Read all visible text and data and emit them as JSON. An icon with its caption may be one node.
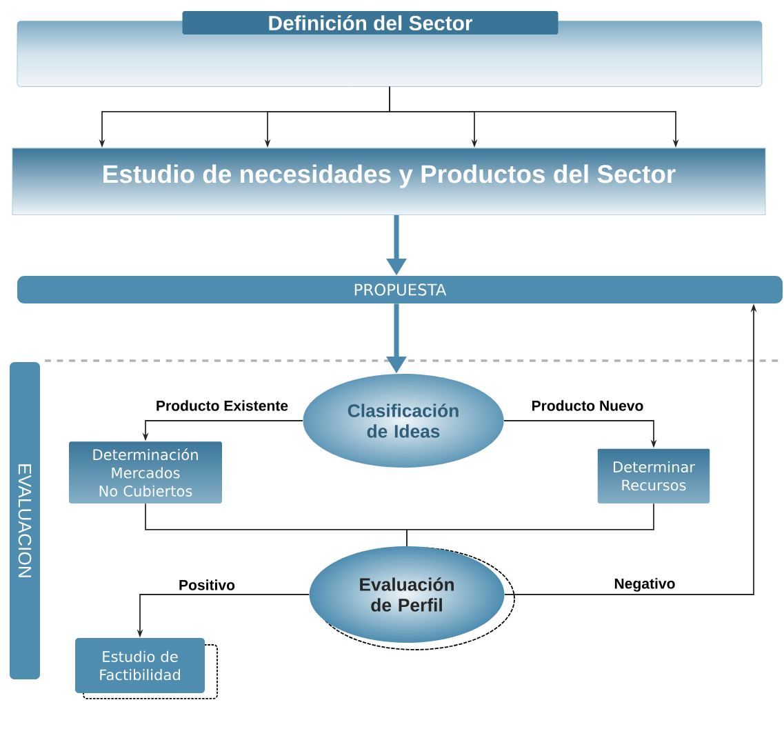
{
  "diagram": {
    "nodes": [
      {
        "text": [
          "Definición del Sector"
        ]
      },
      {
        "text": [
          "Estudio de necesidades y Productos del Sector"
        ]
      },
      {
        "text": [
          "PROPUESTA"
        ]
      },
      {
        "text": [
          "EVALUACION"
        ]
      },
      {
        "text": [
          "Clasificación de Ideas"
        ]
      },
      {
        "text": [
          "Determinación Mercados No Cubiertos"
        ]
      },
      {
        "text": [
          "Determinar Recursos"
        ]
      },
      {
        "text": [
          "Evaluación de Perfil"
        ]
      },
      {
        "text": [
          "Estudio de Factibilidad"
        ]
      }
    ],
    "edges": [
      {
        "from": 0,
        "to": 1,
        "arrow": "to"
      },
      {
        "from": 0,
        "to": 1,
        "arrow": "to"
      },
      {
        "from": 0,
        "to": 1,
        "arrow": "to"
      },
      {
        "from": 0,
        "to": 1,
        "arrow": "to"
      },
      {
        "from": 1,
        "to": 2,
        "arrow": "to",
        "style": "thick",
        "color": "#4a88ad"
      },
      {
        "from": 2,
        "to": 4,
        "arrow": "to",
        "style": "thick",
        "color": "#4a88ad"
      },
      {
        "from": 4,
        "to": 5,
        "arrow": "to",
        "label": "Producto Existente"
      },
      {
        "from": 4,
        "to": 6,
        "arrow": "to",
        "label": "Producto Nuevo"
      },
      {
        "from": 5,
        "to": 7,
        "arrow": "none"
      },
      {
        "from": 6,
        "to": 7,
        "arrow": "none"
      },
      {
        "from": 7,
        "to": 8,
        "arrow": "to",
        "label": "Positivo"
      },
      {
        "from": 7,
        "to": 2,
        "arrow": "to",
        "label": "Negativo"
      }
    ]
  }
}
